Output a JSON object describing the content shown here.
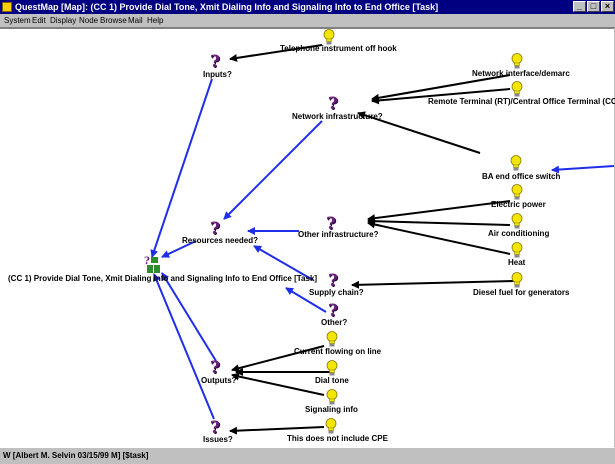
{
  "window": {
    "title": "QuestMap [Map]: (CC 1) Provide Dial Tone, Xmit Dialing Info and Signaling Info to End Office [Task]",
    "min": "_",
    "max": "□",
    "close": "×"
  },
  "menu": [
    "System",
    "Edit",
    "Display",
    "Node",
    "Browse",
    "Mail",
    "Help"
  ],
  "nodes": {
    "root": "(CC 1) Provide Dial Tone, Xmit Dialing Info and Signaling Info to End Office [Task]",
    "inputs": "Inputs?",
    "telephone": "Telephone instrument off hook",
    "network_infra": "Network infrastructure?",
    "demarc": "Network interface/demarc",
    "remote_terminal": "Remote Terminal (RT)/Central Office Terminal (COT)",
    "ba_switch": "BA end office switch",
    "resources": "Resources needed?",
    "other_infra": "Other infrastructure?",
    "electric": "Electric power",
    "air": "Air conditioning",
    "heat": "Heat",
    "supply": "Supply chain?",
    "diesel": "Diesel fuel for generators",
    "other": "Other?",
    "outputs": "Outputs?",
    "current": "Current flowing on line",
    "dialtone": "Dial tone",
    "signaling": "Signaling info",
    "issues": "Issues?",
    "cpe": "This does not include CPE"
  },
  "status": "W [Albert M. Selvin 03/15/99 M] [$task]",
  "colors": {
    "link_blue": "#1f2ee8",
    "link_black": "#000000",
    "question": "#6a1f7a",
    "bulb": "#f2e600"
  }
}
